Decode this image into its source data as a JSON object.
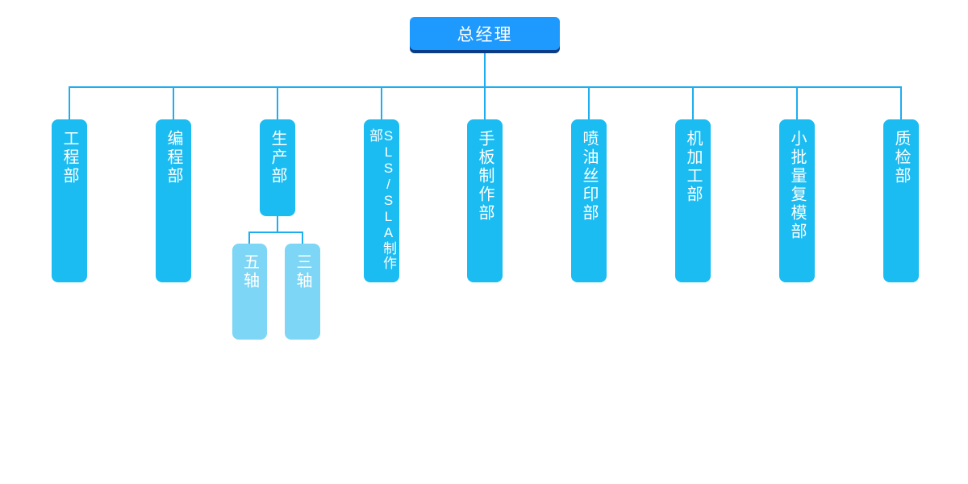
{
  "org_chart": {
    "root": {
      "label": "总经理"
    },
    "departments": [
      {
        "label": "工程部"
      },
      {
        "label": "编程部"
      },
      {
        "label": "生产部",
        "children": [
          {
            "label": "五轴"
          },
          {
            "label": "三轴"
          }
        ]
      },
      {
        "label": "SLS/SLA制作部"
      },
      {
        "label": "手板制作部"
      },
      {
        "label": "喷油丝印部"
      },
      {
        "label": "机加工部"
      },
      {
        "label": "小批量复模部"
      },
      {
        "label": "质检部"
      }
    ],
    "colors": {
      "root_bg": "#1e9aff",
      "root_bottom_edge": "#0a3d85",
      "department_bg": "#1abcf2",
      "sub_node_bg": "#7dd6f5",
      "connector_line": "#1caef0",
      "text": "#ffffff",
      "background": "#ffffff"
    }
  }
}
